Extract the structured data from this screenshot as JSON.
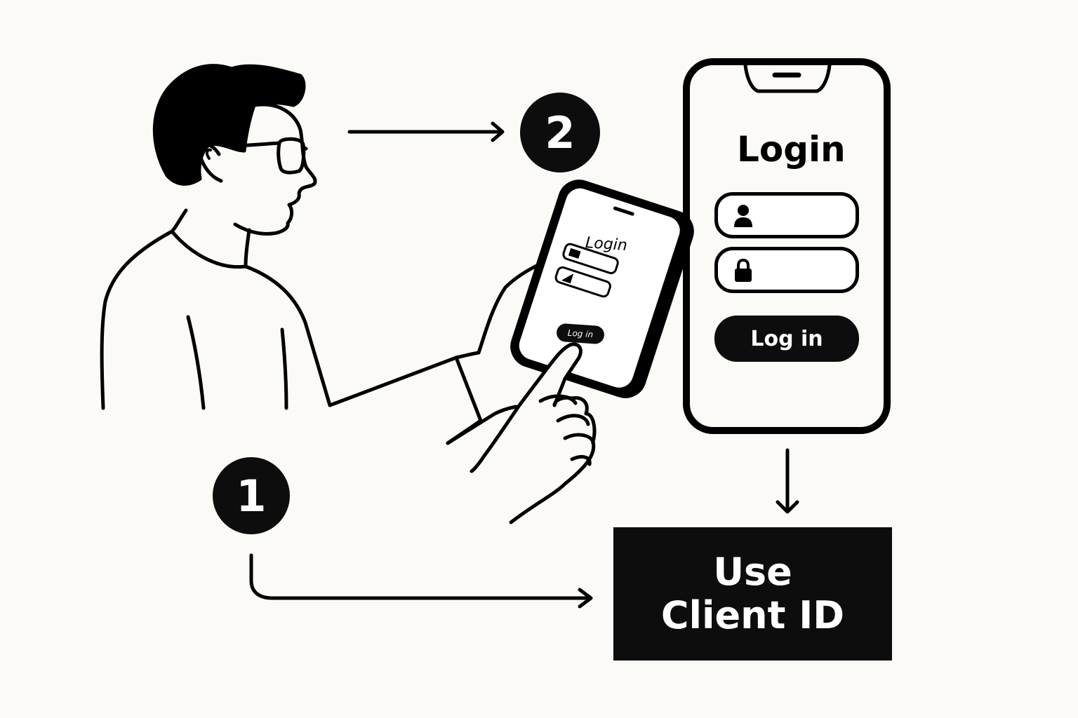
{
  "steps": {
    "step_one": "1",
    "step_two": "2"
  },
  "small_phone": {
    "title": "Login",
    "button": "Log in"
  },
  "large_phone": {
    "title": "Login",
    "button": "Log in",
    "username_icon": "user-icon",
    "password_icon": "lock-icon"
  },
  "result_box": {
    "line1": "Use",
    "line2": "Client ID"
  },
  "colors": {
    "background": "#fbfaf6",
    "ink": "#0d0d0d",
    "paper": "#ffffff"
  }
}
